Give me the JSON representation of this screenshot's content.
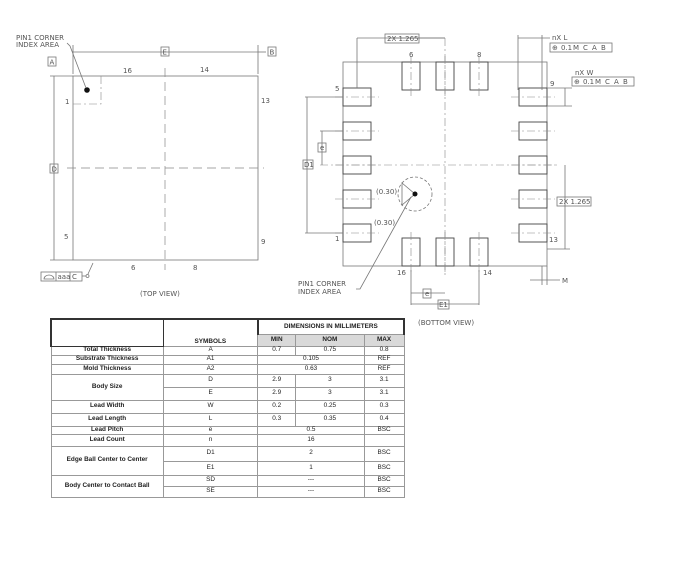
{
  "top_view": {
    "caption": "(TOP VIEW)",
    "pin1_note": [
      "PIN1 CORNER",
      "INDEX AREA"
    ],
    "datums": {
      "a": "A",
      "b": "B",
      "e": "E",
      "d": "D"
    },
    "pins": {
      "p1": "1",
      "p5": "5",
      "p6": "6",
      "p8": "8",
      "p9": "9",
      "p13": "13",
      "p14": "14",
      "p16": "16"
    },
    "flatness": {
      "symbol": "flatness-icon",
      "value": "aaa",
      "datum": "C"
    }
  },
  "bottom_view": {
    "caption": "(BOTTOM VIEW)",
    "pin1_note": [
      "PIN1 CORNER",
      "INDEX AREA"
    ],
    "dim_top": "2X 1.265",
    "dim_right": "2X 1.265",
    "nxL": "nX L",
    "nxW": "nX W",
    "fcf": {
      "value": "0.1",
      "mod": "M",
      "d1": "C",
      "d2": "A",
      "d3": "B"
    },
    "offset1": "(0.30)",
    "offset2": "(0.30)",
    "e": "e",
    "D1": "D1",
    "E1": "E1",
    "M": "M",
    "pins": {
      "p1": "1",
      "p5": "5",
      "p6": "6",
      "p8": "8",
      "p9": "9",
      "p13": "13",
      "p14": "14",
      "p16": "16"
    }
  },
  "table": {
    "title": "DIMENSIONS IN MILLIMETERS",
    "symbols_header": "SYMBOLS",
    "min": "MIN",
    "nom": "NOM",
    "max": "MAX",
    "rows": [
      {
        "label": "Total Thickness",
        "sym": "A",
        "min": "0.7",
        "nom": "0.75",
        "max": "0.8"
      },
      {
        "label": "Substrate Thickness",
        "sym": "A1",
        "nom": "0.105",
        "max": "REF"
      },
      {
        "label": "Mold Thickness",
        "sym": "A2",
        "nom": "0.63",
        "max": "REF"
      },
      {
        "label": "Body Size",
        "sym": "D",
        "min": "2.9",
        "nom": "3",
        "max": "3.1"
      },
      {
        "sym": "E",
        "min": "2.9",
        "nom": "3",
        "max": "3.1"
      },
      {
        "label": "Lead Width",
        "sym": "W",
        "min": "0.2",
        "nom": "0.25",
        "max": "0.3"
      },
      {
        "label": "Lead Length",
        "sym": "L",
        "min": "0.3",
        "nom": "0.35",
        "max": "0.4"
      },
      {
        "label": "Lead Pitch",
        "sym": "e",
        "nom": "0.5",
        "max": "BSC"
      },
      {
        "label": "Lead Count",
        "sym": "n",
        "nom": "16"
      },
      {
        "label": "Edge Ball Center to Center",
        "sym": "D1",
        "nom": "2",
        "max": "BSC"
      },
      {
        "sym": "E1",
        "nom": "1",
        "max": "BSC"
      },
      {
        "label": "Body Center to Contact Ball",
        "sym": "SD",
        "nom": "---",
        "max": "BSC"
      },
      {
        "sym": "SE",
        "nom": "---",
        "max": "BSC"
      }
    ]
  }
}
